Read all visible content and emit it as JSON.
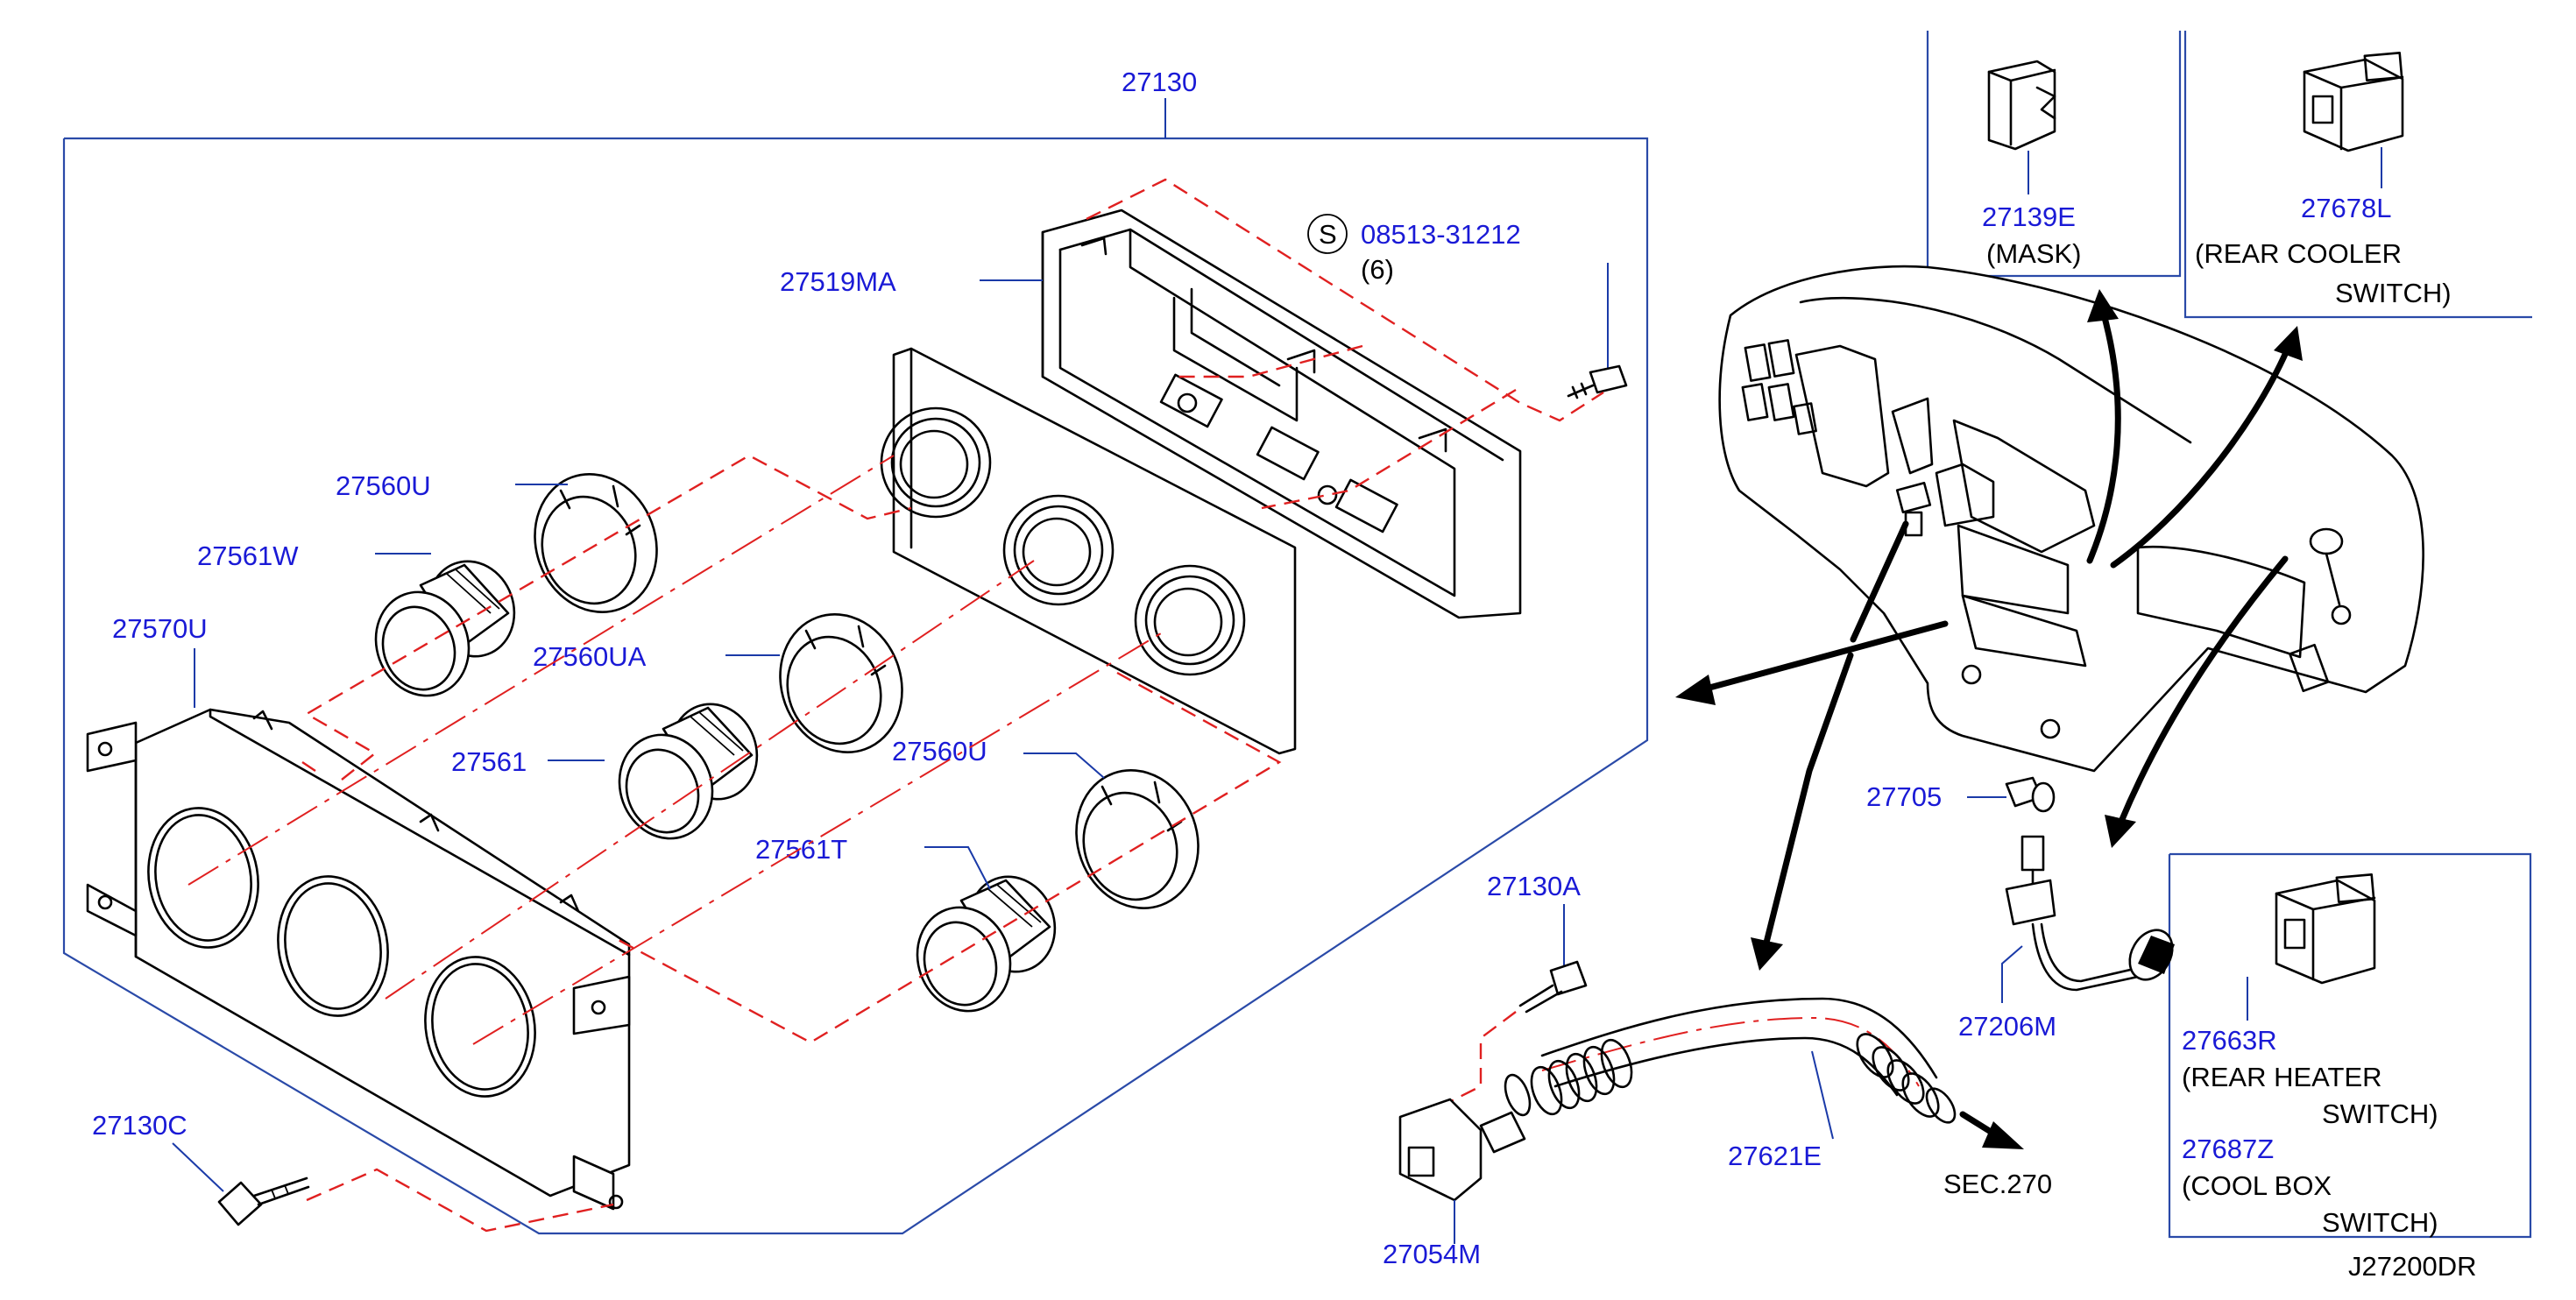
{
  "colors": {
    "label": "#1a1ad6",
    "text": "#000000",
    "frame": "#2a4aa8",
    "dash": "#e02020"
  },
  "parts": {
    "p27130": "27130",
    "p27519MA": "27519MA",
    "p08513": "08513-31212",
    "p08513_qty": "(6)",
    "p08513_symbol": "S",
    "p27560U_a": "27560U",
    "p27561W": "27561W",
    "p27570U": "27570U",
    "p27560UA": "27560UA",
    "p27561": "27561",
    "p27560U_b": "27560U",
    "p27561T": "27561T",
    "p27130A": "27130A",
    "p27130C": "27130C",
    "p27054M": "27054M",
    "p27621E": "27621E",
    "sec270": "SEC.270",
    "p27139E": "27139E",
    "p27139E_desc": "(MASK)",
    "p27678L": "27678L",
    "p27678L_desc1": "(REAR   COOLER",
    "p27678L_desc2": "SWITCH)",
    "p27705": "27705",
    "p27206M": "27206M",
    "p27663R": "27663R",
    "p27663R_desc1": "(REAR   HEATER",
    "p27663R_desc2": "SWITCH)",
    "p27687Z": "27687Z",
    "p27687Z_desc1": "(COOL   BOX",
    "p27687Z_desc2": "SWITCH)",
    "diagram_code": "J27200DR"
  }
}
